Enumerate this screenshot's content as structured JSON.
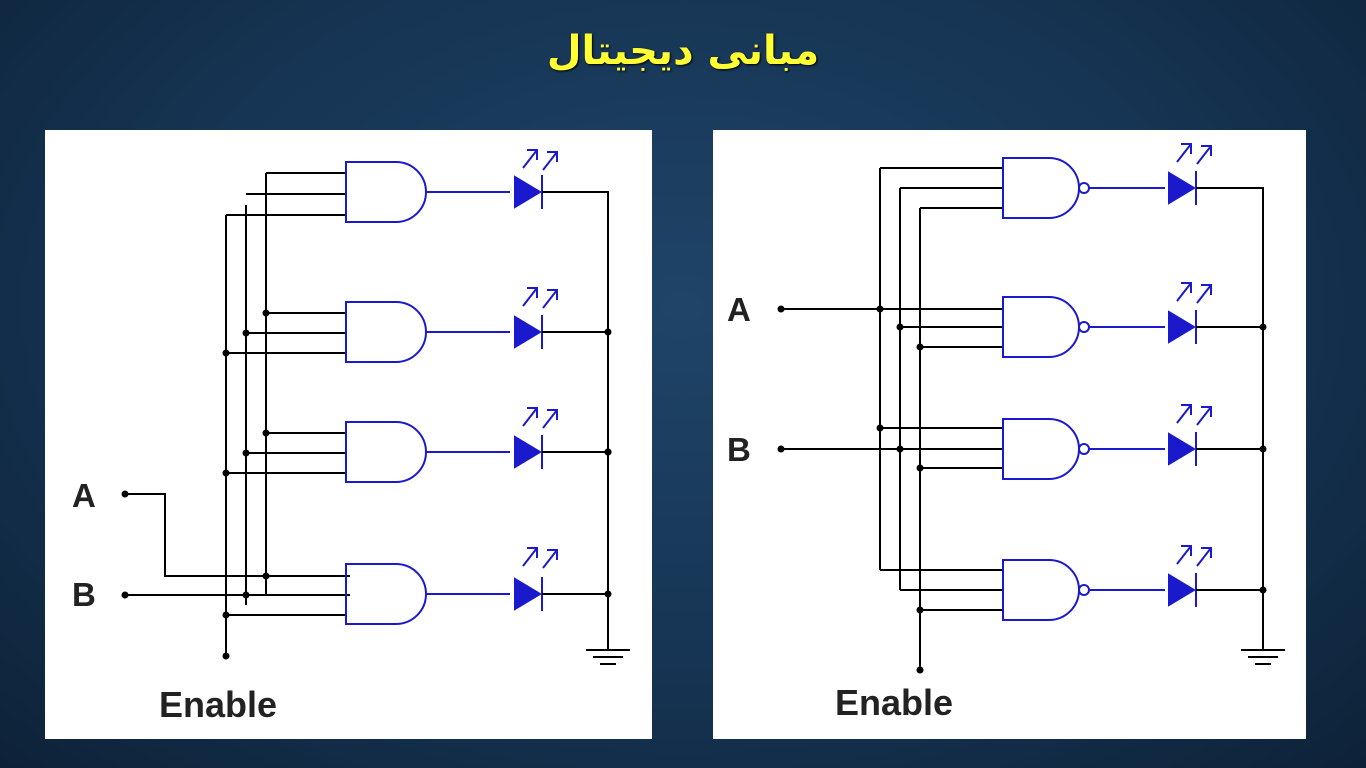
{
  "slide": {
    "title": "مبانی دیجیتال"
  },
  "left_circuit": {
    "input_a": "A",
    "input_b": "B",
    "enable": "Enable",
    "gate_type": "and-gate",
    "gate_count": 4
  },
  "right_circuit": {
    "input_a": "A",
    "input_b": "B",
    "enable": "Enable",
    "gate_type": "nand-gate",
    "gate_count": 4
  },
  "colors": {
    "wire": "#000000",
    "gate": "#1a1acc",
    "title": "#ffff33"
  },
  "icons": [
    "and-gate-icon",
    "nand-gate-icon",
    "led-icon",
    "ground-icon"
  ]
}
